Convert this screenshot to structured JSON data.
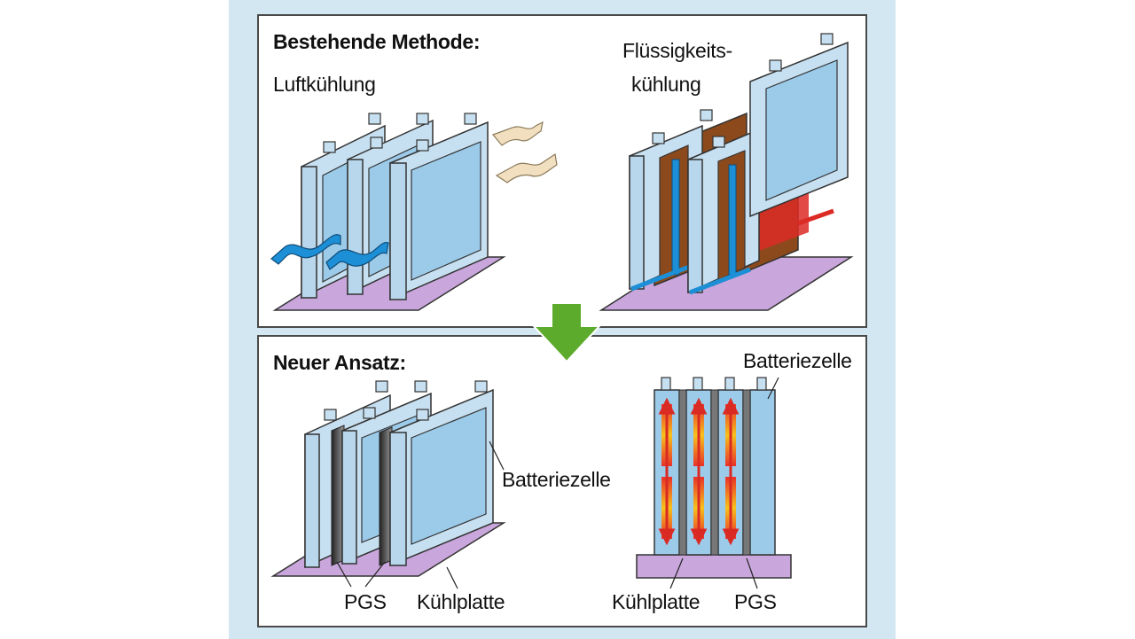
{
  "top_panel": {
    "heading": "Bestehende Methode:",
    "air_cooling": "Luftkühlung",
    "liquid_cooling_line1": "Flüssigkeits-",
    "liquid_cooling_line2": "kühlung"
  },
  "bottom_panel": {
    "heading": "Neuer Ansatz:",
    "battery_cell_label": "Batteriezelle",
    "pgs_label": "PGS",
    "cooling_plate_label": "Kühlplatte",
    "side_battery_cell_label": "Batteriezelle",
    "side_cooling_plate_label": "Kühlplatte",
    "side_pgs_label": "PGS"
  },
  "colors": {
    "panel_background": "#d3e7f2",
    "cell_fill": "#9ccbea",
    "cell_frame": "#c7e0f1",
    "cooling_plate": "#c9a6dc",
    "arrow_green": "#5cab2c",
    "coolant_blue": "#1c8fd6",
    "warm_air": "#f2dfbf",
    "copper": "#8c4a1c",
    "heat_red": "#dc2a24"
  }
}
